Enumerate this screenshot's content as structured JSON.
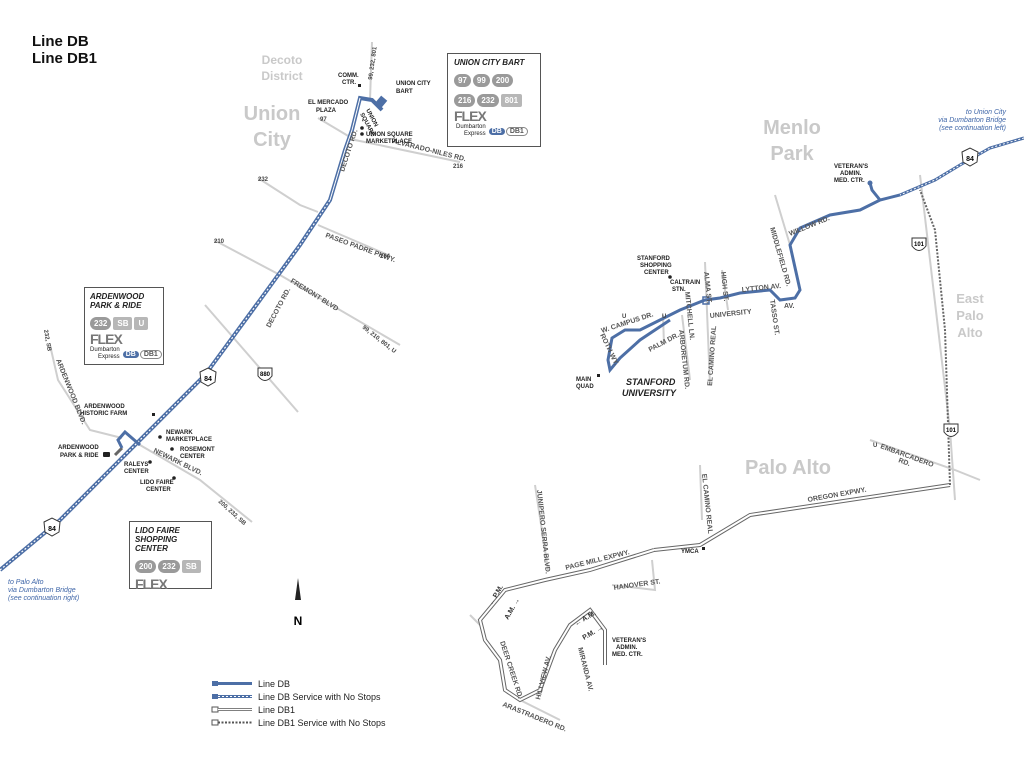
{
  "title": {
    "line1": "Line DB",
    "line2": "Line DB1"
  },
  "areas": {
    "decoto": [
      "Decoto",
      "District"
    ],
    "union_city": [
      "Union",
      "City"
    ],
    "menlo_park": [
      "Menlo",
      "Park"
    ],
    "east_palo_alto": [
      "East",
      "Palo",
      "Alto"
    ],
    "palo_alto": "Palo Alto"
  },
  "roads": {
    "decoto_rd_north": "DECOTO RD.",
    "decoto_rd_south": "DECOTO RD.",
    "alvarado_niles": "ALVARADO-NILES RD.",
    "paseo_padre": "PASEO PADRE PKWY.",
    "fremont_blvd": "FREMONT BLVD",
    "ardenwood_blvd": "ARDENWOOD BLVD.",
    "newark_blvd": "NEWARK BLVD.",
    "willow_rd": "WILLOW RD.",
    "middlefield_rd": "MIDDLEFIELD RD.",
    "lytton_av": "LYTTON AV.",
    "alma_st": "ALMA ST.",
    "high_st": "HIGH ST.",
    "university": "UNIVERSITY",
    "av": "AV.",
    "tasso_st": "TASSO ST.",
    "mitchell_ln": "MITCHELL LN.",
    "palm_dr": "PALM DR.",
    "w_campus_dr": "W. CAMPUS DR.",
    "roth_wy": "ROTH WY.",
    "arboretum_rd": "ARBORETUM RD.",
    "el_camino_north": "EL CAMINO REAL",
    "el_camino_south": "EL CAMINO REAL",
    "embarcadero": [
      "EMBARCADERO",
      "RD."
    ],
    "oregon_expwy": "OREGON EXPWY.",
    "page_mill": "PAGE MILL EXPWY.",
    "junipero_serra": "JUNIPERO SERRA BLVD.",
    "hanover_st": "HANOVER ST.",
    "deer_creek": "DEER CREEK RD.",
    "hillview_av": "HILLVIEW AV.",
    "miranda_av": "MIRANDA AV.",
    "arastradero": "ARASTRADERO RD."
  },
  "route_refs": {
    "r_99_232_801": "99, 232, 801",
    "r_97": "97",
    "r_216": "216",
    "r_232": "232",
    "r_264": "264",
    "r_210": "210",
    "r_99_210_801_u": "99, 210, 801, U",
    "r_232_sb": "232, SB",
    "r_200_232_sb": "200, 232, SB",
    "r_u1": "U",
    "r_u2": "U",
    "r_u3": "U"
  },
  "shields": {
    "ca84_a": "84",
    "ca84_b": "84",
    "ca84_c": "84",
    "i880": "880",
    "us101_a": "101",
    "us101_b": "101"
  },
  "pois": {
    "comm_ctr": [
      "COMM.",
      "CTR."
    ],
    "union_city_bart": [
      "UNION CITY",
      "BART"
    ],
    "el_mercado": [
      "EL MERCADO",
      "PLAZA"
    ],
    "union_square": [
      "UNION",
      "SQUARE"
    ],
    "union_square_mp": [
      "UNION SQUARE",
      "MARKETPLACE"
    ],
    "ardenwood_farm": [
      "ARDENWOOD",
      "HISTORIC FARM"
    ],
    "ardenwood_pr": [
      "ARDENWOOD",
      "PARK & RIDE"
    ],
    "newark_mp": [
      "NEWARK",
      "MARKETPLACE"
    ],
    "rosemont": [
      "ROSEMONT",
      "CENTER"
    ],
    "raleys": [
      "RALEYS",
      "CENTER"
    ],
    "lido_faire": [
      "LIDO FAIRE",
      "CENTER"
    ],
    "va_menlo": [
      "VETERAN'S",
      "ADMIN.",
      "MED. CTR."
    ],
    "stanford_sc": [
      "STANFORD",
      "SHOPPING",
      "CENTER"
    ],
    "caltrain": [
      "CALTRAIN",
      "STN."
    ],
    "main_quad": [
      "MAIN",
      "QUAD"
    ],
    "stanford_univ": [
      "STANFORD",
      "UNIVERSITY"
    ],
    "ymca": "YMCA",
    "va_palo_alto": [
      "VETERAN'S",
      "ADMIN.",
      "MED. CTR."
    ]
  },
  "direction": {
    "pm_left": "← P.M.",
    "am_right": "A.M. →",
    "am_left": "← A.M.",
    "pm_right": "P.M. →"
  },
  "notes": {
    "to_union_city": [
      "to Union City",
      "via Dumbarton Bridge",
      "(see continuation left)"
    ],
    "to_palo_alto": [
      "to Palo Alto",
      "via Dumbarton Bridge",
      "(see continuation right)"
    ]
  },
  "north_label": "N",
  "boxes": {
    "union_city_bart": {
      "title": "UNION CITY BART",
      "round_routes_row1": [
        "97",
        "99",
        "200"
      ],
      "round_routes_row2": [
        "216",
        "232"
      ],
      "square_routes_row2": [
        "801"
      ],
      "flex": "FLEX",
      "express_label": [
        "Dumbarton",
        "Express"
      ],
      "db": "DB",
      "db1": "DB1"
    },
    "ardenwood": {
      "title": [
        "ARDENWOOD",
        "PARK & RIDE"
      ],
      "round_routes": [
        "232"
      ],
      "square_routes": [
        "SB",
        "U"
      ],
      "flex": "FLEX",
      "express_label": [
        "Dumbarton",
        "Express"
      ],
      "db": "DB",
      "db1": "DB1"
    },
    "lido_faire": {
      "title": [
        "LIDO FAIRE",
        "SHOPPING CENTER"
      ],
      "round_routes": [
        "200",
        "232"
      ],
      "square_routes": [
        "SB"
      ],
      "flex": "FLEX"
    }
  },
  "legend": {
    "db": "Line DB",
    "db_nostop": "Line DB Service with No Stops",
    "db1": "Line DB1",
    "db1_nostop": "Line DB1 Service with No Stops"
  },
  "colors": {
    "route_blue": "#4d6fa6",
    "road_gray": "#cfcfcf",
    "label_gray": "#c9c9c9"
  }
}
